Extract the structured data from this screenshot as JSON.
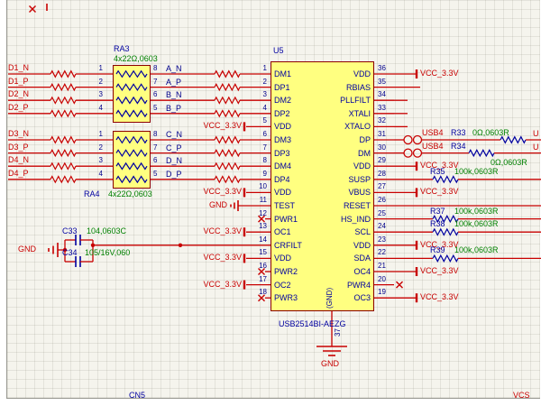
{
  "sheet": {
    "corner_labels": {
      "bottom_left": "CN5",
      "bottom_right": "VCS"
    }
  },
  "power": {
    "vcc": "VCC_3.3V",
    "gnd": "GND"
  },
  "nets": {
    "upstream": [
      "D1_N",
      "D1_P",
      "D2_N",
      "D2_P",
      "D3_N",
      "D3_P",
      "D4_N",
      "D4_P"
    ],
    "ra3_out": [
      "A_N",
      "A_P",
      "B_N",
      "B_P"
    ],
    "ra4_out": [
      "C_N",
      "C_P",
      "D_N",
      "D_P"
    ],
    "usb4": "USB4",
    "truncated_right": "U"
  },
  "ra3": {
    "designator": "RA3",
    "value": "4x22Ω,0603",
    "left_pins": [
      "1",
      "2",
      "3",
      "4"
    ],
    "right_pins": [
      "8",
      "7",
      "6",
      "5"
    ]
  },
  "ra4": {
    "designator": "RA4",
    "value": "4x22Ω,0603",
    "left_pins": [
      "1",
      "2",
      "3",
      "4"
    ],
    "right_pins": [
      "8",
      "7",
      "6",
      "5"
    ]
  },
  "u5": {
    "designator": "U5",
    "part": "USB2514BI-AEZG",
    "left_pins": [
      {
        "num": "1",
        "name": "DM1"
      },
      {
        "num": "2",
        "name": "DP1"
      },
      {
        "num": "3",
        "name": "DM2"
      },
      {
        "num": "4",
        "name": "DP2"
      },
      {
        "num": "5",
        "name": "VDD"
      },
      {
        "num": "6",
        "name": "DM3"
      },
      {
        "num": "7",
        "name": "DP3"
      },
      {
        "num": "8",
        "name": "DM4"
      },
      {
        "num": "9",
        "name": "DP4"
      },
      {
        "num": "10",
        "name": "VDD"
      },
      {
        "num": "11",
        "name": "TEST"
      },
      {
        "num": "12",
        "name": "PWR1"
      },
      {
        "num": "13",
        "name": "OC1"
      },
      {
        "num": "14",
        "name": "CRFILT"
      },
      {
        "num": "15",
        "name": "VDD"
      },
      {
        "num": "16",
        "name": "PWR2"
      },
      {
        "num": "17",
        "name": "OC2"
      },
      {
        "num": "18",
        "name": "PWR3"
      }
    ],
    "right_pins": [
      {
        "num": "36",
        "name": "VDD"
      },
      {
        "num": "35",
        "name": "RBIAS"
      },
      {
        "num": "34",
        "name": "PLLFILT"
      },
      {
        "num": "33",
        "name": "XTALI"
      },
      {
        "num": "32",
        "name": "XTALO"
      },
      {
        "num": "31",
        "name": "DP"
      },
      {
        "num": "30",
        "name": "DM"
      },
      {
        "num": "29",
        "name": "VDD"
      },
      {
        "num": "28",
        "name": "SUSP"
      },
      {
        "num": "27",
        "name": "VBUS"
      },
      {
        "num": "26",
        "name": "RESET"
      },
      {
        "num": "25",
        "name": "HS_IND"
      },
      {
        "num": "24",
        "name": "SCL"
      },
      {
        "num": "23",
        "name": "VDD"
      },
      {
        "num": "22",
        "name": "SDA"
      },
      {
        "num": "21",
        "name": "OC4"
      },
      {
        "num": "20",
        "name": "PWR4"
      },
      {
        "num": "19",
        "name": "OC3"
      }
    ],
    "bottom_pin": {
      "num": "37",
      "name": "(GND)"
    }
  },
  "capacitors": [
    {
      "designator": "C33",
      "value": "104,0603C"
    },
    {
      "designator": "C34",
      "value": "105/16V,060"
    }
  ],
  "resistors": [
    {
      "designator": "R33",
      "value": "0Ω,0603R"
    },
    {
      "designator": "R34",
      "value": "0Ω,0603R"
    },
    {
      "designator": "R35",
      "value": "100k,0603R"
    },
    {
      "designator": "R37",
      "value": "100k,0603R"
    },
    {
      "designator": "R38",
      "value": "100k,0603R"
    },
    {
      "designator": "R39",
      "value": "100k,0603R"
    }
  ],
  "colors": {
    "wire": "#c80000",
    "component_fill": "#ffff80",
    "component_border": "#8b0000",
    "designator": "#0000a0",
    "value": "#008000",
    "net_label": "#c80000",
    "pin_number": "#00008b",
    "sheet_bg": "#f5f4ed"
  }
}
